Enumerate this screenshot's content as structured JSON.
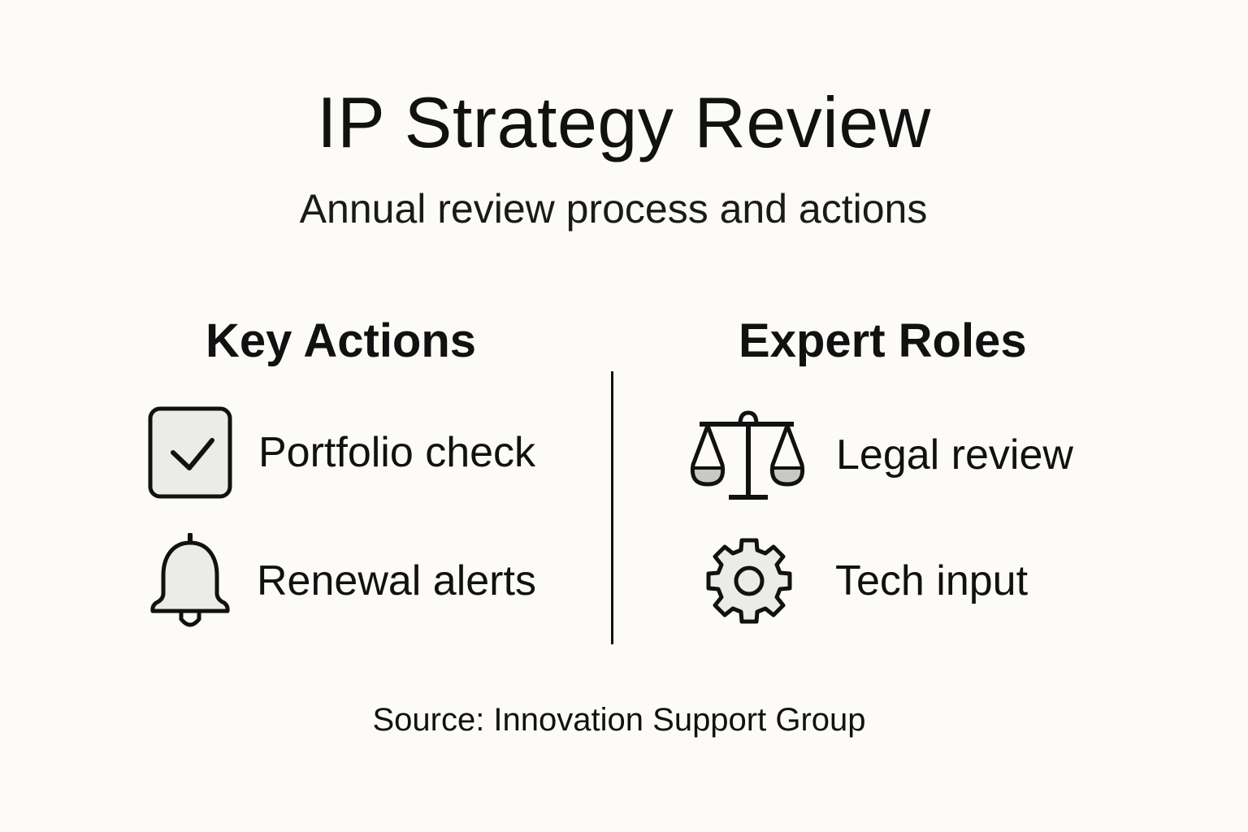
{
  "header": {
    "title": "IP Strategy Review",
    "subtitle": "Annual review process and actions"
  },
  "columns": [
    {
      "heading": "Key Actions",
      "items": [
        {
          "label": "Portfolio check",
          "icon": "checkbox-check-icon"
        },
        {
          "label": "Renewal alerts",
          "icon": "bell-icon"
        }
      ]
    },
    {
      "heading": "Expert Roles",
      "items": [
        {
          "label": "Legal review",
          "icon": "scales-icon"
        },
        {
          "label": "Tech input",
          "icon": "gear-icon"
        }
      ]
    }
  ],
  "footer": {
    "source": "Source: Innovation Support Group"
  },
  "colors": {
    "background": "#fcfbf7",
    "icon_fill": "#ebebe7",
    "stroke": "#111111"
  }
}
